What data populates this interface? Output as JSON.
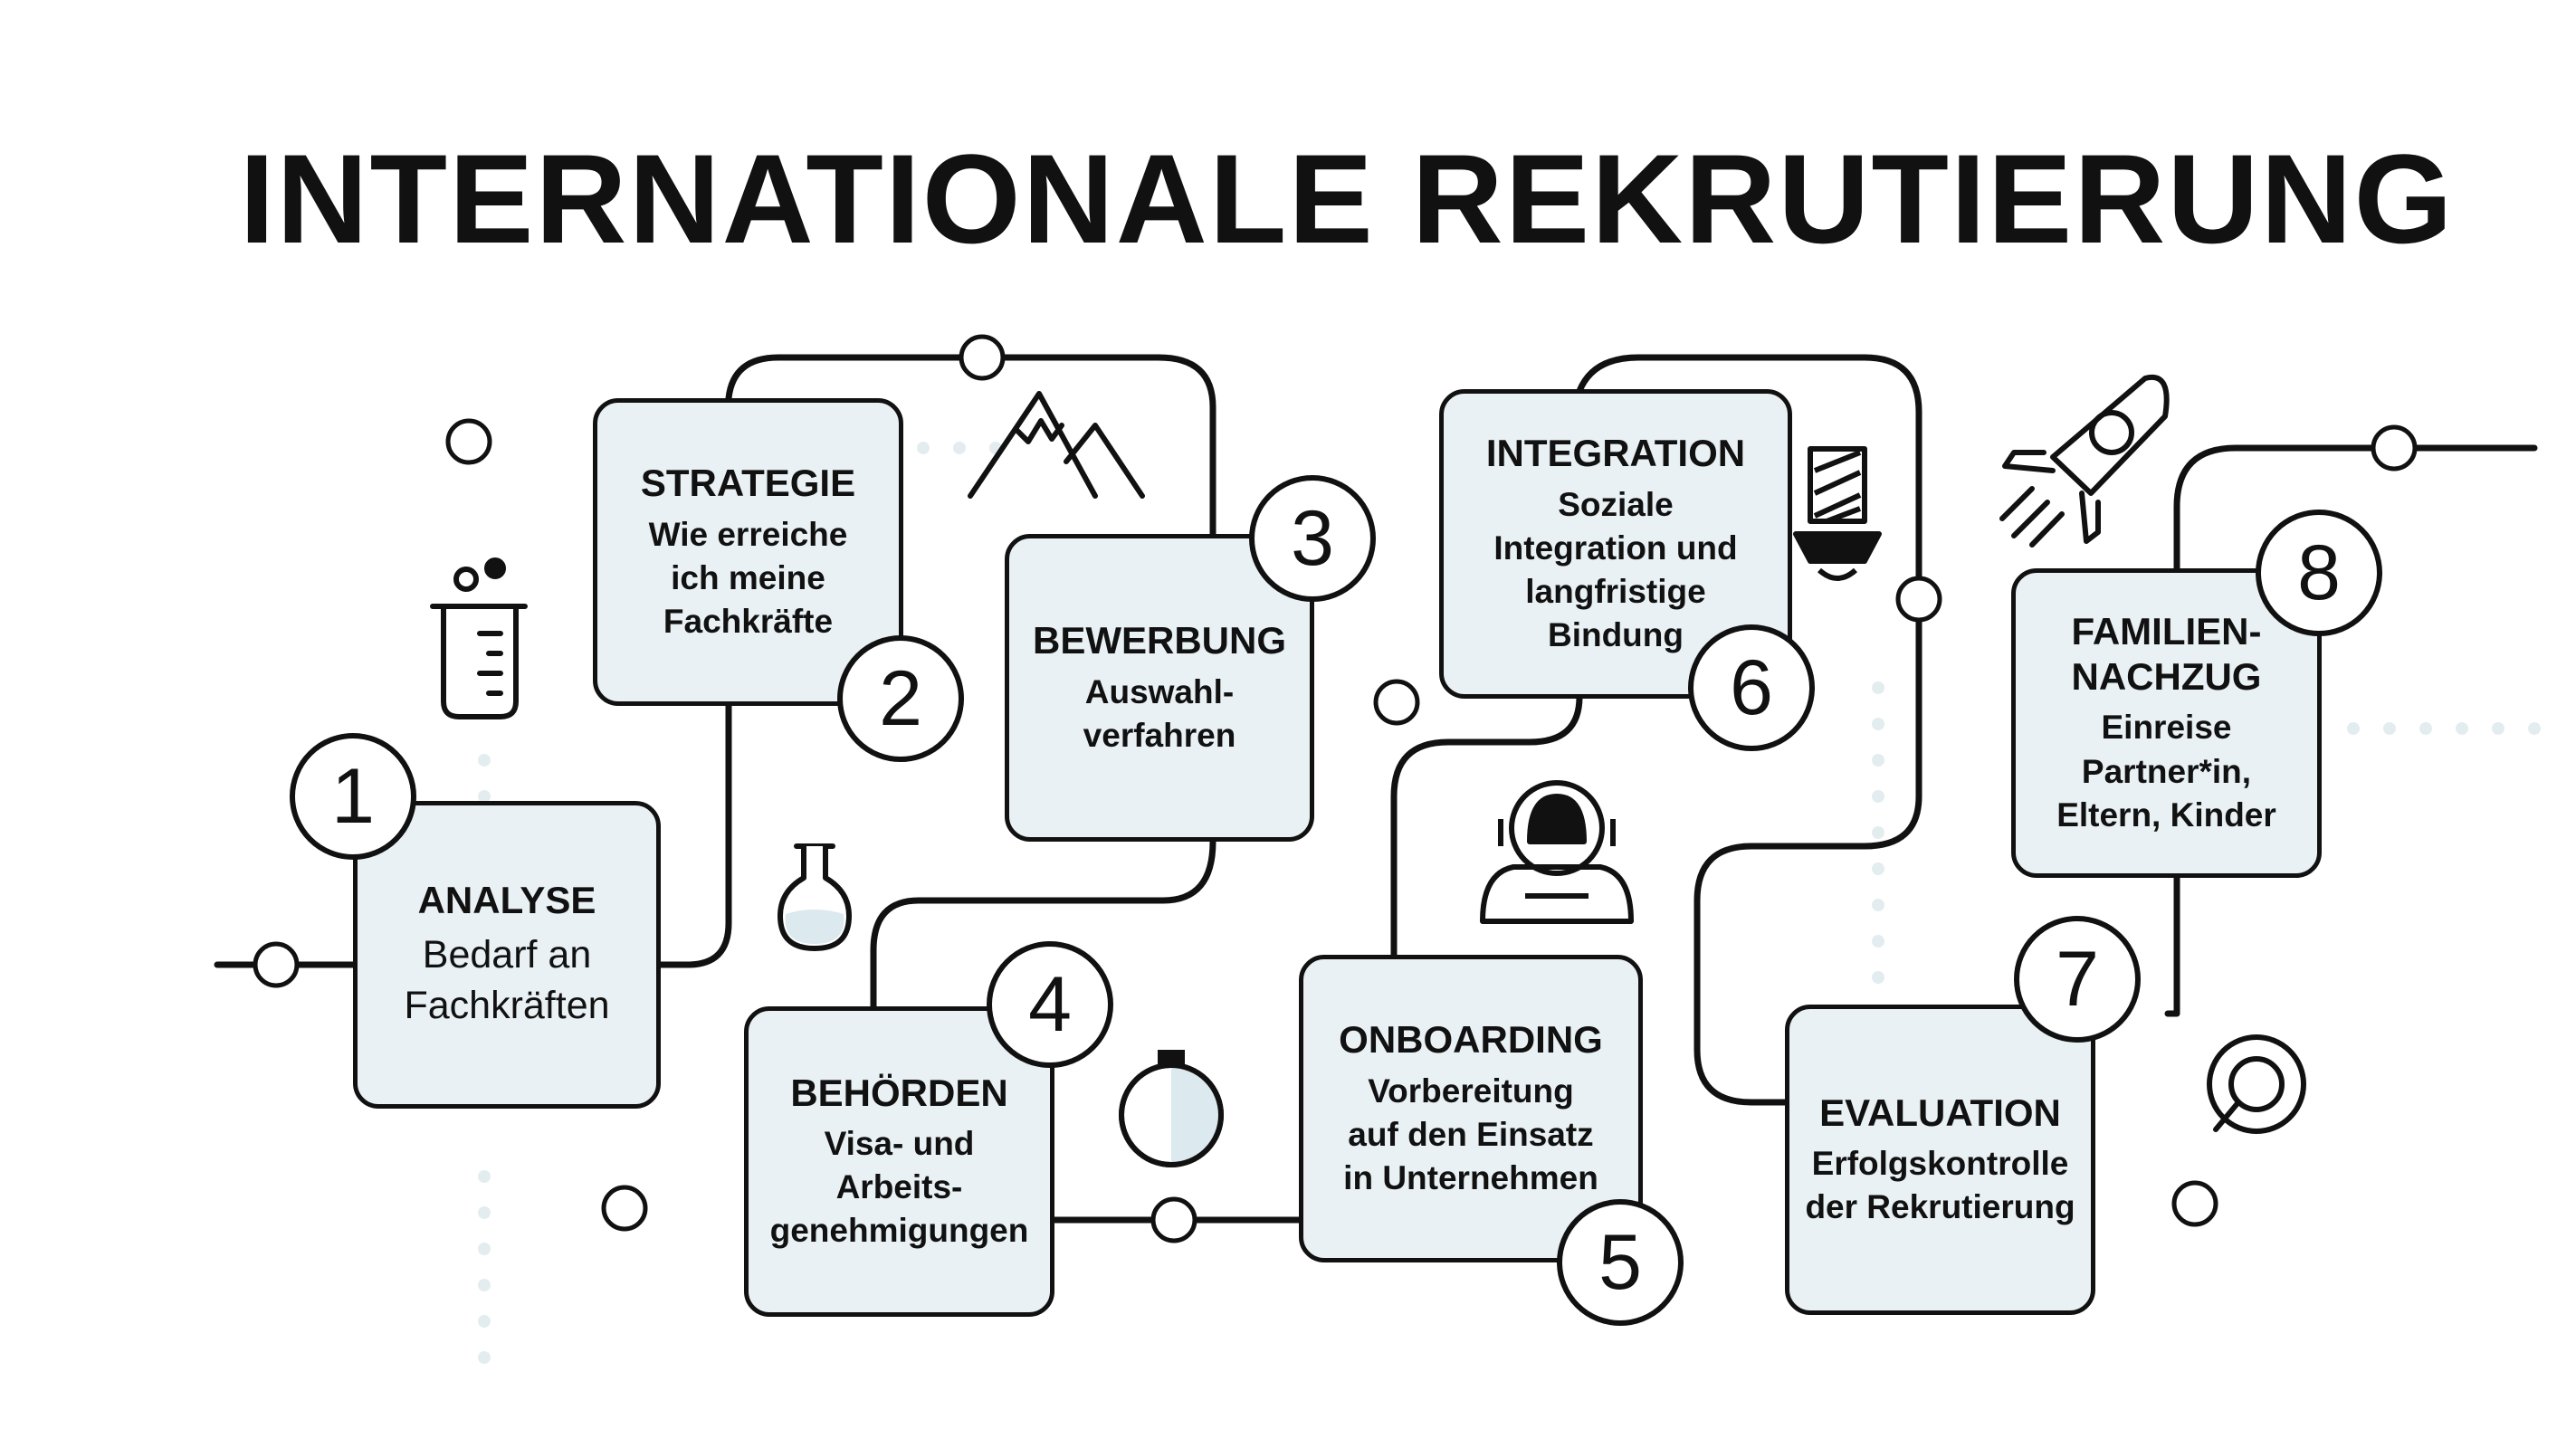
{
  "title": "INTERNATIONALE REKRUTIERUNG",
  "steps": [
    {
      "number": "1",
      "heading": "ANALYSE",
      "text": "Bedarf an\nFachkräften"
    },
    {
      "number": "2",
      "heading": "STRATEGIE",
      "text": "Wie erreiche\nich meine\nFachkräfte"
    },
    {
      "number": "3",
      "heading": "BEWERBUNG",
      "text": "Auswahl-\nverfahren"
    },
    {
      "number": "4",
      "heading": "BEHÖRDEN",
      "text": "Visa- und\nArbeits-\ngenehmigungen"
    },
    {
      "number": "5",
      "heading": "ONBOARDING",
      "text": "Vorbereitung\nauf den Einsatz\nin Unternehmen"
    },
    {
      "number": "6",
      "heading": "INTEGRATION",
      "text": "Soziale\nIntegration und\nlangfristige\nBindung"
    },
    {
      "number": "7",
      "heading": "EVALUATION",
      "text": "Erfolgskontrolle\nder Rekrutierung"
    },
    {
      "number": "8",
      "heading": "FAMILIEN-\nNACHZUG",
      "text": "Einreise\nPartner*in,\nEltern, Kinder"
    }
  ],
  "icons": [
    "beaker-icon",
    "mountain-icon",
    "flask-icon",
    "stopwatch-icon",
    "lamp-icon",
    "astronaut-icon",
    "rocket-icon",
    "magnifier-icon"
  ],
  "colors": {
    "line": "#111111",
    "box_fill": "#e9f1f4",
    "dots": "#e3edf0",
    "liquid": "#dce9ee"
  }
}
